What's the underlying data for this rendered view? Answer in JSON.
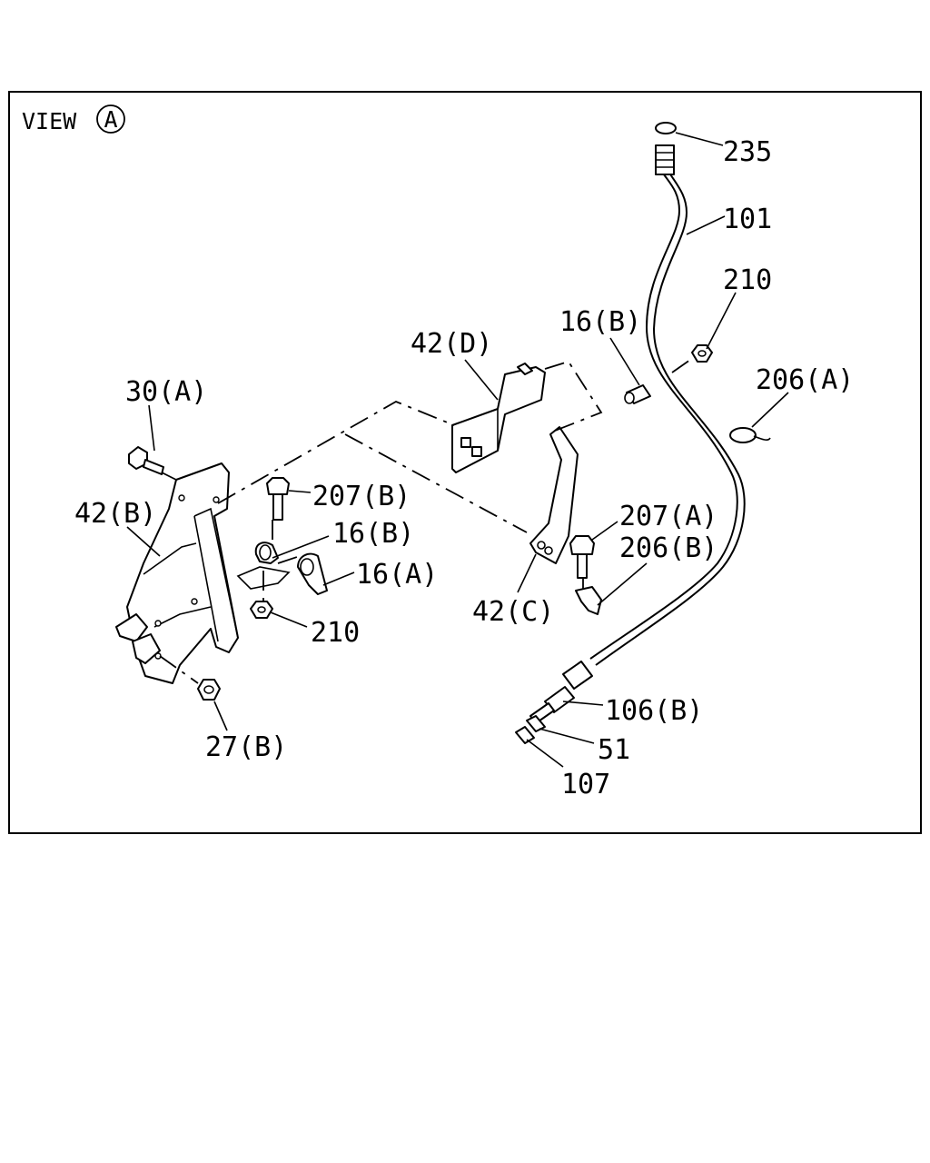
{
  "view": {
    "text": "VIEW",
    "circle_letter": "A"
  },
  "labels": {
    "p235": "235",
    "p101": "101",
    "p210_top": "210",
    "p206A": "206(A)",
    "p16B_top": "16(B)",
    "p42D": "42(D)",
    "p30A": "30(A)",
    "p207B": "207(B)",
    "p16B_mid": "16(B)",
    "p16A": "16(A)",
    "p42B": "42(B)",
    "p207A": "207(A)",
    "p206B": "206(B)",
    "p42C": "42(C)",
    "p210_bottom": "210",
    "p106B": "106(B)",
    "p51": "51",
    "p27B": "27(B)",
    "p107": "107"
  }
}
